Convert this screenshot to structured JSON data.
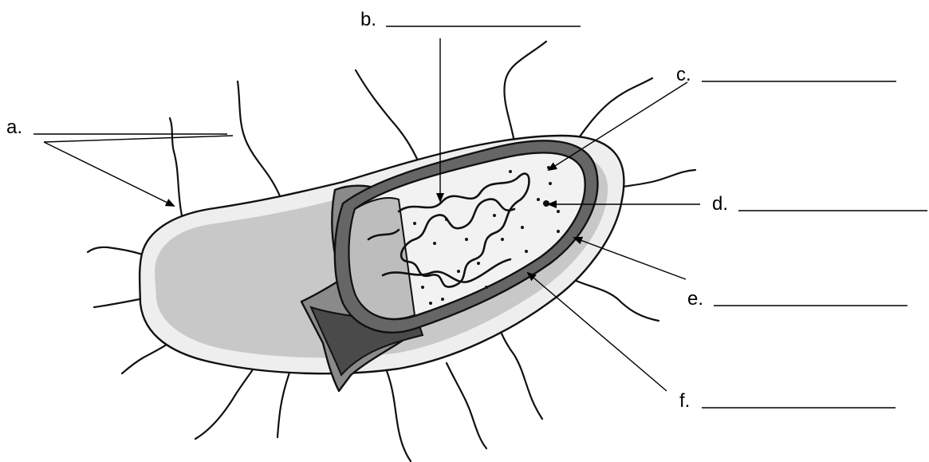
{
  "labels": {
    "a": {
      "letter": "a."
    },
    "b": {
      "letter": "b."
    },
    "c": {
      "letter": "c."
    },
    "d": {
      "letter": "d."
    },
    "e": {
      "letter": "e."
    },
    "f": {
      "letter": "f."
    }
  },
  "colors": {
    "outer_capsule": "#eeeeee",
    "cell_wall_shadow": "#c8c8c8",
    "membrane_dark": "#666666",
    "cut_face_dark": "#4a4a4a",
    "cut_face_mid": "#8a8a8a",
    "cytoplasm": "#f2f2f2",
    "ink": "#111111"
  }
}
